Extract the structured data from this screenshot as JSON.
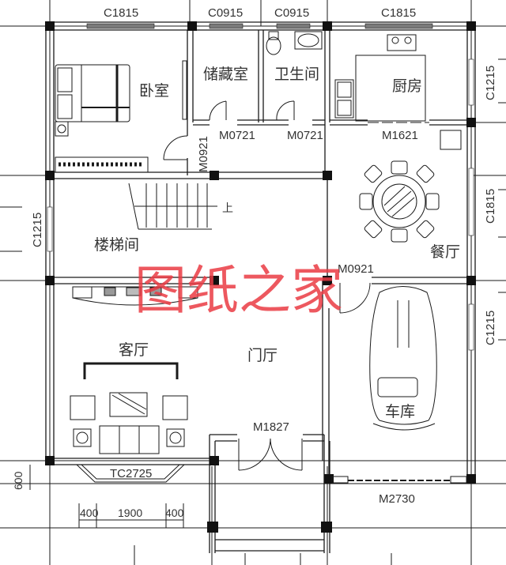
{
  "drawing": {
    "type": "architectural floor plan",
    "watermark": "图纸之家",
    "colors": {
      "line": "#1a1a1a",
      "column": "#111111",
      "window": "#7a7a7a",
      "watermark": "#e8434a",
      "background": "#ffffff"
    }
  },
  "rooms": [
    {
      "id": "bedroom",
      "label": "卧室"
    },
    {
      "id": "storage",
      "label": "储藏室"
    },
    {
      "id": "bathroom",
      "label": "卫生间"
    },
    {
      "id": "kitchen",
      "label": "厨房"
    },
    {
      "id": "stairwell",
      "label": "楼梯间"
    },
    {
      "id": "dining",
      "label": "餐厅"
    },
    {
      "id": "living",
      "label": "客厅"
    },
    {
      "id": "foyer",
      "label": "门厅"
    },
    {
      "id": "garage",
      "label": "车库"
    }
  ],
  "windows": {
    "top_bedroom": "C1815",
    "top_storage": "C0915",
    "top_bathroom": "C0915",
    "top_kitchen": "C1815",
    "right_kitchen": "C1215",
    "right_dining": "C1815",
    "right_garage": "C1215",
    "left_stair": "C1215",
    "bay_window": "TC2725"
  },
  "doors": {
    "bedroom": "M0921",
    "storage": "M0721",
    "bathroom": "M0721",
    "kitchen": "M1621",
    "dining_garage": "M0921",
    "entrance": "M1827",
    "garage": "M2730"
  },
  "stair": {
    "up_label": "上"
  },
  "dimensions": {
    "bay_depth": "600",
    "bay_left": "400",
    "bay_middle": "1900",
    "bay_right": "400"
  }
}
